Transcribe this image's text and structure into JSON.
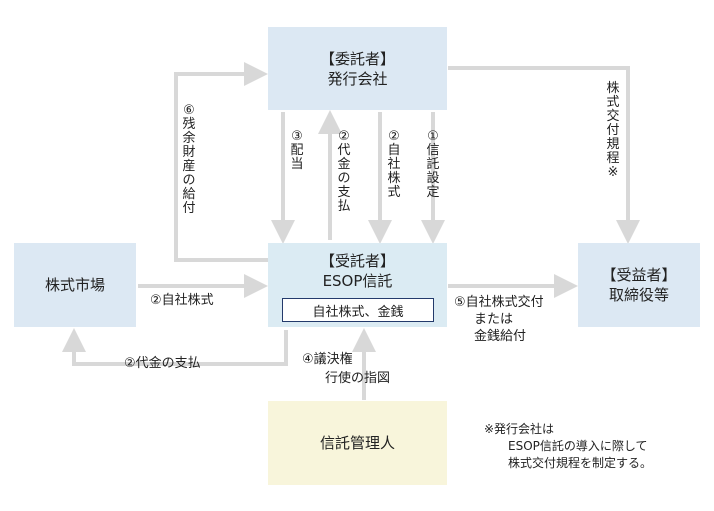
{
  "nodes": {
    "entrustor": {
      "line1": "【委託者】",
      "line2": "発行会社"
    },
    "trustee": {
      "line1": "【受託者】",
      "line2": "ESOP信託",
      "inner": "自社株式、金銭"
    },
    "market": {
      "label": "株式市場"
    },
    "beneficiary": {
      "line1": "【受益者】",
      "line2": "取締役等"
    },
    "administrator": {
      "label": "信託管理人"
    }
  },
  "flows": {
    "f1": "①信託設定",
    "f2_shares_up": "②自社株式",
    "f2_payment_up": "②代金の支払",
    "f3": "③配当",
    "f6": "⑥残余財産の給付",
    "rules": "株式交付規程※",
    "f2_market_shares": "②自社株式",
    "f2_market_payment": "②代金の支払",
    "f4_line1": "④議決権",
    "f4_line2": "行使の指図",
    "f5_line1": "⑤自社株式交付",
    "f5_line2": "または",
    "f5_line3": "金銭給付"
  },
  "note": {
    "line1": "※発行会社は",
    "line2": "ESOP信託の導入に際して",
    "line3": "株式交付規程を制定する。"
  },
  "colors": {
    "arrow": "#d8d8d8",
    "box_blue": "#dce8f3",
    "box_cream": "#f8f5db",
    "inner_border": "#233a6b"
  }
}
